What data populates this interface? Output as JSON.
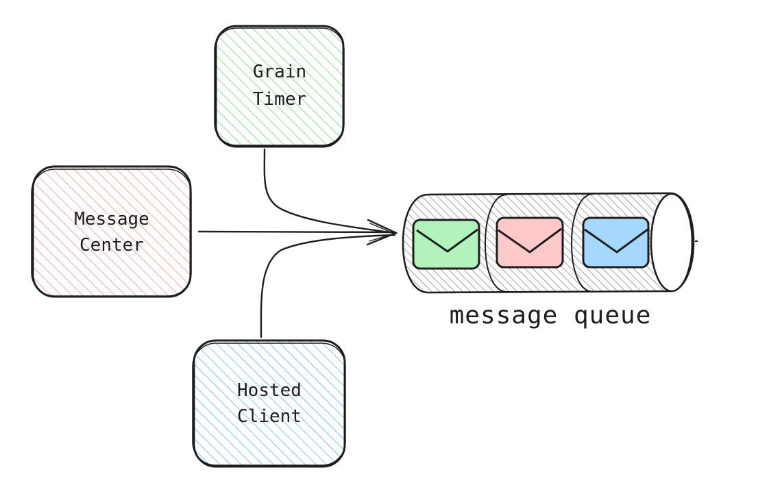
{
  "nodes": {
    "grain_timer": {
      "line1": "Grain",
      "line2": "Timer",
      "fill": "#b2f2bb",
      "hatch": "#8fdc9b"
    },
    "message_center": {
      "line1": "Message",
      "line2": "Center",
      "fill": "#ffc9c9",
      "hatch": "#f4a8a8"
    },
    "hosted_client": {
      "line1": "Hosted",
      "line2": "Client",
      "fill": "#a5d8ff",
      "hatch": "#84c2f0"
    }
  },
  "queue": {
    "label": "message queue",
    "envelopes": [
      {
        "color": "#b2f2bb",
        "icon": "envelope-icon"
      },
      {
        "color": "#ffc9c9",
        "icon": "envelope-icon"
      },
      {
        "color": "#a5d8ff",
        "icon": "envelope-icon"
      }
    ]
  },
  "colors": {
    "stroke": "#1e1e1e",
    "queue_hatch": "#868e96"
  }
}
